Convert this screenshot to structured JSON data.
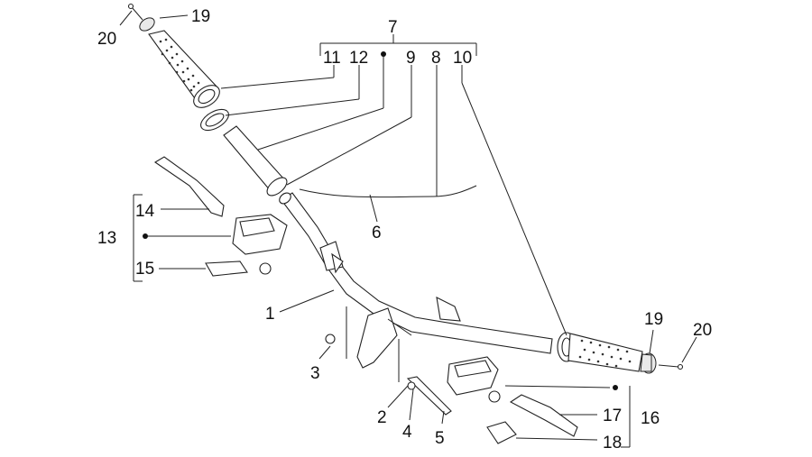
{
  "diagram": {
    "callouts": [
      {
        "id": "c1",
        "text": "1"
      },
      {
        "id": "c2",
        "text": "2"
      },
      {
        "id": "c3",
        "text": "3"
      },
      {
        "id": "c4",
        "text": "4"
      },
      {
        "id": "c5",
        "text": "5"
      },
      {
        "id": "c6",
        "text": "6"
      },
      {
        "id": "c7",
        "text": "7"
      },
      {
        "id": "c8",
        "text": "8"
      },
      {
        "id": "c9",
        "text": "9"
      },
      {
        "id": "c10",
        "text": "10"
      },
      {
        "id": "c11",
        "text": "11"
      },
      {
        "id": "c12",
        "text": "12"
      },
      {
        "id": "c13",
        "text": "13"
      },
      {
        "id": "c14",
        "text": "14"
      },
      {
        "id": "c15",
        "text": "15"
      },
      {
        "id": "c16",
        "text": "16"
      },
      {
        "id": "c17",
        "text": "17"
      },
      {
        "id": "c18",
        "text": "18"
      },
      {
        "id": "c19a",
        "text": "19"
      },
      {
        "id": "c19b",
        "text": "19"
      },
      {
        "id": "c20a",
        "text": "20"
      },
      {
        "id": "c20b",
        "text": "20"
      }
    ]
  }
}
